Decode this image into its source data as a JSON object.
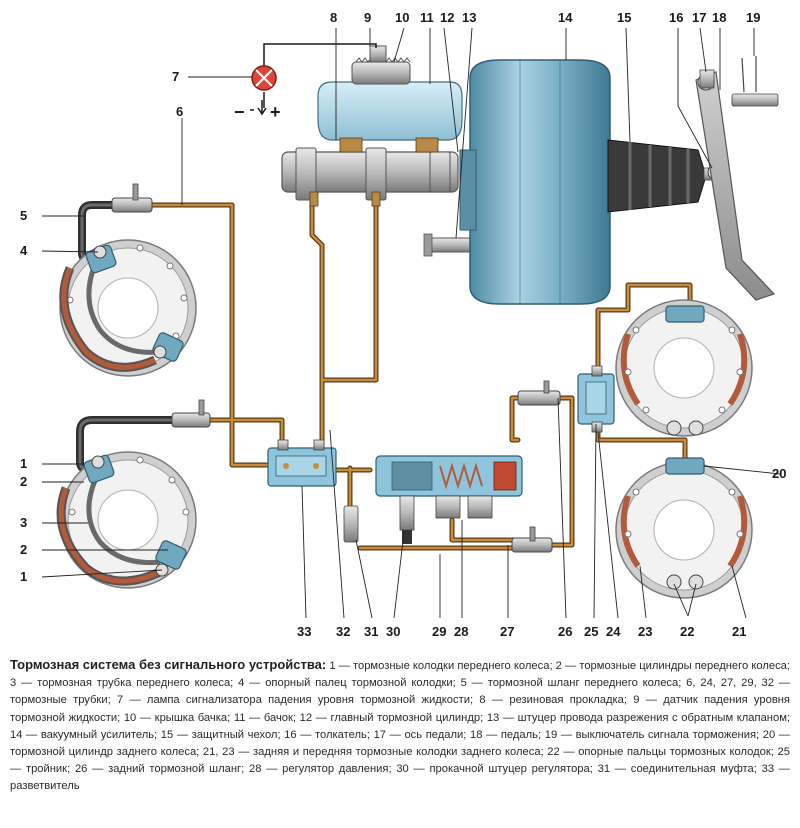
{
  "figure": {
    "callouts": {
      "n1": "1",
      "n2": "2",
      "n3": "3",
      "n4": "4",
      "n5": "5",
      "n6": "6",
      "n7": "7",
      "n8": "8",
      "n9": "9",
      "n10": "10",
      "n11": "11",
      "n12": "12",
      "n13": "13",
      "n14": "14",
      "n15": "15",
      "n16": "16",
      "n17": "17",
      "n18": "18",
      "n19": "19",
      "n20": "20",
      "n21": "21",
      "n22": "22",
      "n23": "23",
      "n24": "24",
      "n25": "25",
      "n26": "26",
      "n27": "27",
      "n28": "28",
      "n29": "29",
      "n30": "30",
      "n31": "31",
      "n32": "32",
      "n33": "33"
    },
    "lamp_terminals": {
      "minus": "−",
      "plus": "+"
    }
  },
  "caption": {
    "title": "Тормозная система без сигнального устройства:",
    "text": " 1 — тормозные колодки переднего колеса; 2 — тормозные цилиндры переднего колеса; 3 — тормозная трубка переднего колеса; 4 — опорный палец тормозной колодки; 5 — тормозной шланг переднего колеса; 6, 24, 27, 29, 32 — тормозные трубки; 7 — лампа сигнализатора падения уровня тормозной жидкости; 8 — резиновая прокладка; 9 — датчик падения уровня тормозной жидкости; 10 — крышка бачка; 11 — бачок; 12 — главный тормозной цилиндр; 13 — штуцер провода разрежения с обратным клапаном; 14 — вакуумный усилитель; 15 — защитный чехол; 16 — толкатель; 17 — ось педали; 18 — педаль; 19 — выключатель сигнала торможения; 20 — тормозной цилиндр заднего колеса; 21, 23 — задняя и передняя тормозные колодки заднего колеса; 22 — опорные пальцы тормозных колодок; 25 — тройник; 26 — задний тормозной шланг; 28 — регулятор давления; 30 — прокачной штуцер регулятора; 31 — соединительная муфта; 33 — разветвитель"
  }
}
